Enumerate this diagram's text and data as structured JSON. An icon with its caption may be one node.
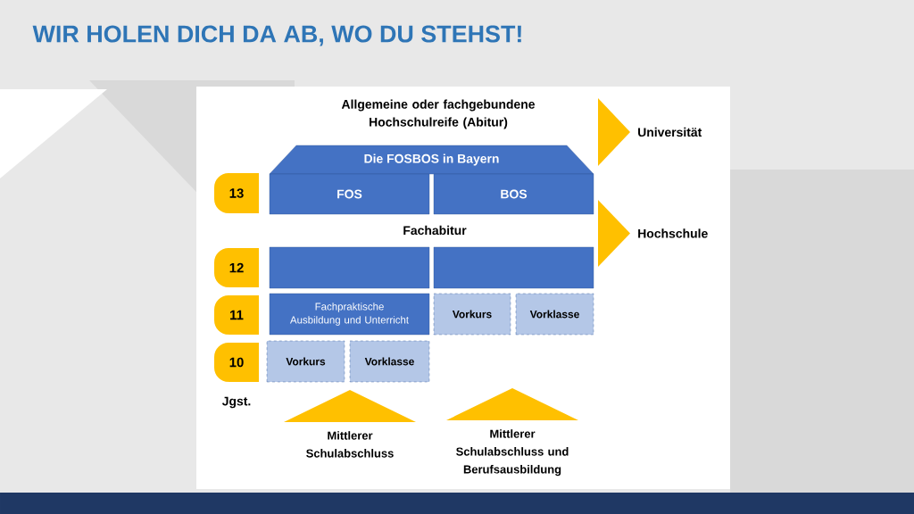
{
  "diagram": {
    "title": "WIR HOLEN DICH DA AB, WO DU STEHST!",
    "nodes": [
      {
        "text": [
          "Die FOSBOS in Bayern"
        ]
      },
      {
        "text": [
          "FOS"
        ]
      },
      {
        "text": [
          "BOS"
        ]
      },
      {
        "text": [],
        "shape": "box"
      },
      {
        "text": [],
        "shape": "box"
      },
      {
        "text": [
          "Fachpraktische Ausbildung und Unterricht"
        ]
      },
      {
        "text": [
          "Vorkurs"
        ]
      },
      {
        "text": [
          "Vorklasse"
        ]
      },
      {
        "text": [
          "Vorkurs"
        ]
      },
      {
        "text": [
          "Vorklasse"
        ]
      },
      {
        "text": [
          "13"
        ]
      },
      {
        "text": [
          "12"
        ]
      },
      {
        "text": [
          "11"
        ]
      },
      {
        "text": [
          "10"
        ]
      },
      {
        "text": [
          "Mittlerer Schulabschluss"
        ]
      },
      {
        "text": [
          "Mittlerer Schulabschluss und Berufsausbildung"
        ]
      },
      {
        "text": [
          "Universität"
        ]
      },
      {
        "text": [
          "Hochschule"
        ]
      }
    ],
    "labels": [
      "Allgemeine oder fachgebundene Hochschulreife (Abitur)",
      "Fachabitur",
      "Jgst."
    ]
  }
}
